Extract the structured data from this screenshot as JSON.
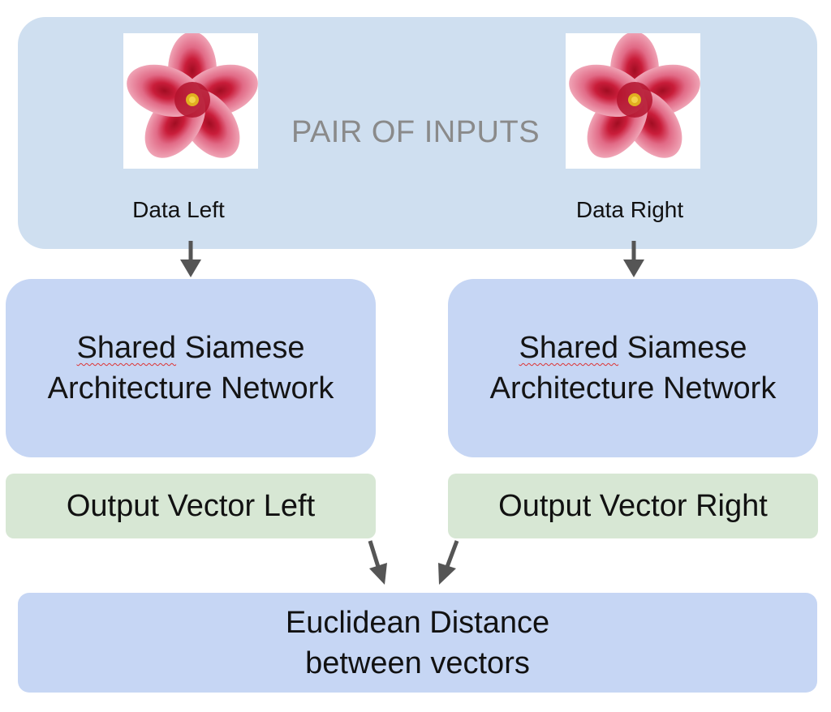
{
  "inputs": {
    "title": "PAIR OF INPUTS",
    "left_label": "Data Left",
    "right_label": "Data Right",
    "image_icon": "hibiscus-flower"
  },
  "networks": {
    "left": {
      "word1": "Shared",
      "rest1": " Siamese",
      "line2": "Architecture Network"
    },
    "right": {
      "word1": "Shared",
      "rest1": " Siamese",
      "line2": "Architecture Network"
    }
  },
  "outputs": {
    "left": "Output Vector Left",
    "right": "Output Vector Right"
  },
  "distance": {
    "line1": "Euclidean Distance",
    "line2": "between vectors"
  },
  "colors": {
    "inputs_bg": "#cfdff0",
    "network_bg": "#c6d6f4",
    "vector_bg": "#d7e7d4",
    "arrow": "#555555",
    "flower_petal": "#e8889e",
    "flower_center": "#c0182e"
  }
}
